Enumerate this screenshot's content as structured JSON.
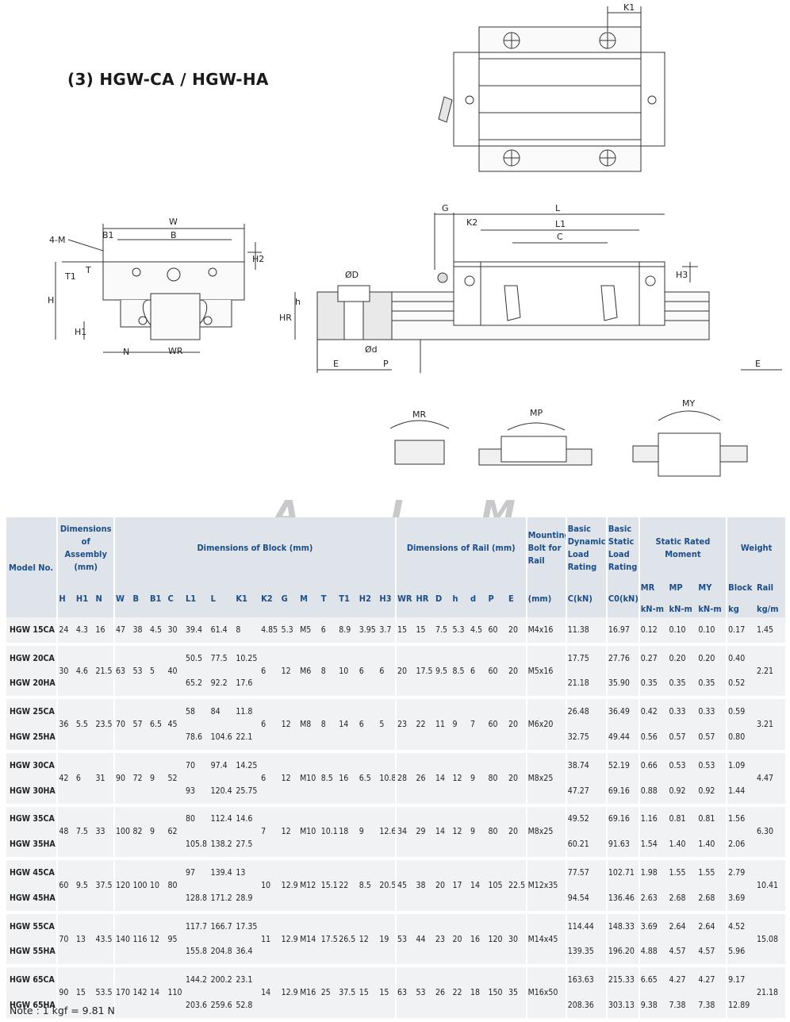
{
  "section_title": "(3) HGW-CA / HGW-HA",
  "drawing_labels": {
    "k1": "K1",
    "w": "W",
    "b": "B",
    "b1": "B1",
    "m": "4-M",
    "t": "T",
    "t1": "T1",
    "h2": "H2",
    "h": "H",
    "h1": "H1",
    "n": "N",
    "wr": "WR",
    "od": "ØD",
    "od_small": "Ød",
    "hh": "h",
    "hr": "HR",
    "e": "E",
    "p": "P",
    "g": "G",
    "l": "L",
    "l1": "L1",
    "k2": "K2",
    "c": "C",
    "h3": "H3",
    "mr": "MR",
    "mp": "MP",
    "my": "MY"
  },
  "watermark": [
    "A",
    "L",
    "M"
  ],
  "table": {
    "model_header": "Model No.",
    "group_headers": {
      "assembly": "Dimensions of Assembly (mm)",
      "block": "Dimensions of Block (mm)",
      "rail": "Dimensions of Rail (mm)",
      "bolt": "Mounting Bolt for Rail",
      "dynamic": "Basic Dynamic Load Rating",
      "static": "Basic Static Load Rating",
      "moment": "Static Rated Moment",
      "weight": "Weight"
    },
    "sub_headers": [
      "H",
      "H1",
      "N",
      "W",
      "B",
      "B1",
      "C",
      "L1",
      "L",
      "K1",
      "K2",
      "G",
      "M",
      "T",
      "T1",
      "H2",
      "H3",
      "WR",
      "HR",
      "D",
      "h",
      "d",
      "P",
      "E",
      "(mm)",
      "C(kN)",
      "C0(kN)",
      "MR",
      "MP",
      "MY",
      "Block",
      "Rail"
    ],
    "unit_row": {
      "moment": [
        "kN-m",
        "kN-m",
        "kN-m"
      ],
      "block": "kg",
      "rail": "kg/m"
    },
    "rows": [
      {
        "model": "HGW 15CA",
        "H": "24",
        "H1": "4.3",
        "N": "16",
        "W": "47",
        "B": "38",
        "B1": "4.5",
        "C": "30",
        "L1": "39.4",
        "L": "61.4",
        "K1": "8",
        "K2": "4.85",
        "G": "5.3",
        "M": "M5",
        "T": "6",
        "T1": "8.9",
        "H2": "3.95",
        "H3": "3.7",
        "WR": "15",
        "HR": "15",
        "D": "7.5",
        "h": "5.3",
        "d": "4.5",
        "P": "60",
        "E": "20",
        "bolt": "M4x16",
        "C_kN": "11.38",
        "C0_kN": "16.97",
        "MR": "0.12",
        "MP": "0.10",
        "MY": "0.10",
        "block": "0.17",
        "rail": "1.45"
      },
      {
        "model": "HGW 20CA",
        "H": "30",
        "H1": "4.6",
        "N": "21.5",
        "W": "63",
        "B": "53",
        "B1": "5",
        "C": "40",
        "L1": "50.5",
        "L": "77.5",
        "K1": "10.25",
        "K2": "6",
        "G": "12",
        "M": "M6",
        "T": "8",
        "T1": "10",
        "H2": "6",
        "H3": "6",
        "WR": "20",
        "HR": "17.5",
        "D": "9.5",
        "h": "8.5",
        "d": "6",
        "P": "60",
        "E": "20",
        "bolt": "M5x16",
        "C_kN": "17.75",
        "C0_kN": "27.76",
        "MR": "0.27",
        "MP": "0.20",
        "MY": "0.20",
        "block": "0.40",
        "rail": "2.21"
      },
      {
        "model": "HGW 20HA",
        "L1": "65.2",
        "L": "92.2",
        "K1": "17.6",
        "C_kN": "21.18",
        "C0_kN": "35.90",
        "MR": "0.35",
        "MP": "0.35",
        "MY": "0.35",
        "block": "0.52"
      },
      {
        "model": "HGW 25CA",
        "H": "36",
        "H1": "5.5",
        "N": "23.5",
        "W": "70",
        "B": "57",
        "B1": "6.5",
        "C": "45",
        "L1": "58",
        "L": "84",
        "K1": "11.8",
        "K2": "6",
        "G": "12",
        "M": "M8",
        "T": "8",
        "T1": "14",
        "H2": "6",
        "H3": "5",
        "WR": "23",
        "HR": "22",
        "D": "11",
        "h": "9",
        "d": "7",
        "P": "60",
        "E": "20",
        "bolt": "M6x20",
        "C_kN": "26.48",
        "C0_kN": "36.49",
        "MR": "0.42",
        "MP": "0.33",
        "MY": "0.33",
        "block": "0.59",
        "rail": "3.21"
      },
      {
        "model": "HGW 25HA",
        "L1": "78.6",
        "L": "104.6",
        "K1": "22.1",
        "C_kN": "32.75",
        "C0_kN": "49.44",
        "MR": "0.56",
        "MP": "0.57",
        "MY": "0.57",
        "block": "0.80"
      },
      {
        "model": "HGW 30CA",
        "H": "42",
        "H1": "6",
        "N": "31",
        "W": "90",
        "B": "72",
        "B1": "9",
        "C": "52",
        "L1": "70",
        "L": "97.4",
        "K1": "14.25",
        "K2": "6",
        "G": "12",
        "M": "M10",
        "T": "8.5",
        "T1": "16",
        "H2": "6.5",
        "H3": "10.8",
        "WR": "28",
        "HR": "26",
        "D": "14",
        "h": "12",
        "d": "9",
        "P": "80",
        "E": "20",
        "bolt": "M8x25",
        "C_kN": "38.74",
        "C0_kN": "52.19",
        "MR": "0.66",
        "MP": "0.53",
        "MY": "0.53",
        "block": "1.09",
        "rail": "4.47"
      },
      {
        "model": "HGW 30HA",
        "L1": "93",
        "L": "120.4",
        "K1": "25.75",
        "C_kN": "47.27",
        "C0_kN": "69.16",
        "MR": "0.88",
        "MP": "0.92",
        "MY": "0.92",
        "block": "1.44"
      },
      {
        "model": "HGW 35CA",
        "H": "48",
        "H1": "7.5",
        "N": "33",
        "W": "100",
        "B": "82",
        "B1": "9",
        "C": "62",
        "L1": "80",
        "L": "112.4",
        "K1": "14.6",
        "K2": "7",
        "G": "12",
        "M": "M10",
        "T": "10.1",
        "T1": "18",
        "H2": "9",
        "H3": "12.6",
        "WR": "34",
        "HR": "29",
        "D": "14",
        "h": "12",
        "d": "9",
        "P": "80",
        "E": "20",
        "bolt": "M8x25",
        "C_kN": "49.52",
        "C0_kN": "69.16",
        "MR": "1.16",
        "MP": "0.81",
        "MY": "0.81",
        "block": "1.56",
        "rail": "6.30"
      },
      {
        "model": "HGW 35HA",
        "L1": "105.8",
        "L": "138.2",
        "K1": "27.5",
        "C_kN": "60.21",
        "C0_kN": "91.63",
        "MR": "1.54",
        "MP": "1.40",
        "MY": "1.40",
        "block": "2.06"
      },
      {
        "model": "HGW 45CA",
        "H": "60",
        "H1": "9.5",
        "N": "37.5",
        "W": "120",
        "B": "100",
        "B1": "10",
        "C": "80",
        "L1": "97",
        "L": "139.4",
        "K1": "13",
        "K2": "10",
        "G": "12.9",
        "M": "M12",
        "T": "15.1",
        "T1": "22",
        "H2": "8.5",
        "H3": "20.5",
        "WR": "45",
        "HR": "38",
        "D": "20",
        "h": "17",
        "d": "14",
        "P": "105",
        "E": "22.5",
        "bolt": "M12x35",
        "C_kN": "77.57",
        "C0_kN": "102.71",
        "MR": "1.98",
        "MP": "1.55",
        "MY": "1.55",
        "block": "2.79",
        "rail": "10.41"
      },
      {
        "model": "HGW 45HA",
        "L1": "128.8",
        "L": "171.2",
        "K1": "28.9",
        "C_kN": "94.54",
        "C0_kN": "136.46",
        "MR": "2.63",
        "MP": "2.68",
        "MY": "2.68",
        "block": "3.69"
      },
      {
        "model": "HGW 55CA",
        "H": "70",
        "H1": "13",
        "N": "43.5",
        "W": "140",
        "B": "116",
        "B1": "12",
        "C": "95",
        "L1": "117.7",
        "L": "166.7",
        "K1": "17.35",
        "K2": "11",
        "G": "12.9",
        "M": "M14",
        "T": "17.5",
        "T1": "26.5",
        "H2": "12",
        "H3": "19",
        "WR": "53",
        "HR": "44",
        "D": "23",
        "h": "20",
        "d": "16",
        "P": "120",
        "E": "30",
        "bolt": "M14x45",
        "C_kN": "114.44",
        "C0_kN": "148.33",
        "MR": "3.69",
        "MP": "2.64",
        "MY": "2.64",
        "block": "4.52",
        "rail": "15.08"
      },
      {
        "model": "HGW 55HA",
        "L1": "155.8",
        "L": "204.8",
        "K1": "36.4",
        "C_kN": "139.35",
        "C0_kN": "196.20",
        "MR": "4.88",
        "MP": "4.57",
        "MY": "4.57",
        "block": "5.96"
      },
      {
        "model": "HGW 65CA",
        "H": "90",
        "H1": "15",
        "N": "53.5",
        "W": "170",
        "B": "142",
        "B1": "14",
        "C": "110",
        "L1": "144.2",
        "L": "200.2",
        "K1": "23.1",
        "K2": "14",
        "G": "12.9",
        "M": "M16",
        "T": "25",
        "T1": "37.5",
        "H2": "15",
        "H3": "15",
        "WR": "63",
        "HR": "53",
        "D": "26",
        "h": "22",
        "d": "18",
        "P": "150",
        "E": "35",
        "bolt": "M16x50",
        "C_kN": "163.63",
        "C0_kN": "215.33",
        "MR": "6.65",
        "MP": "4.27",
        "MY": "4.27",
        "block": "9.17",
        "rail": "21.18"
      },
      {
        "model": "HGW 65HA",
        "L1": "203.6",
        "L": "259.6",
        "K1": "52.8",
        "C_kN": "208.36",
        "C0_kN": "303.13",
        "MR": "9.38",
        "MP": "7.38",
        "MY": "7.38",
        "block": "12.89"
      }
    ]
  },
  "note": "Note : 1 kgf = 9.81 N"
}
